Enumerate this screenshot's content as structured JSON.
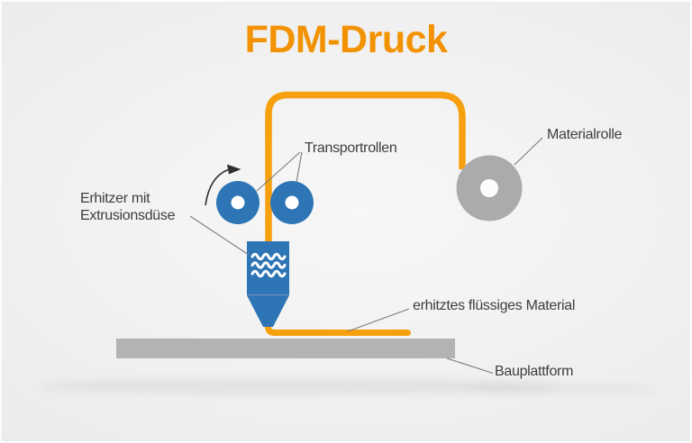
{
  "title": "FDM-Druck",
  "labels": {
    "transport_rollers": "Transportrollen",
    "material_roll": "Materialrolle",
    "heater_line1": "Erhitzer mit",
    "heater_line2": "Extrusionsdüse",
    "molten_material": "erhitztes flüssiges Material",
    "build_platform": "Bauplattform"
  },
  "colors": {
    "title_orange": "#F39200",
    "filament_orange": "#F7A00E",
    "roller_blue": "#2E75B5",
    "roll_gray": "#ABABAB",
    "platform_gray": "#B3B3B3",
    "text_dark": "#3E3E3E",
    "leader_gray": "#7C7C7C",
    "arrow_dark": "#2F2F2F",
    "wave_white": "#FFFFFF",
    "hole_white": "#FDFDFD",
    "background": "#F0F0F0"
  },
  "icons": {
    "rotation_arrow": "curved-rotation-arrow"
  }
}
